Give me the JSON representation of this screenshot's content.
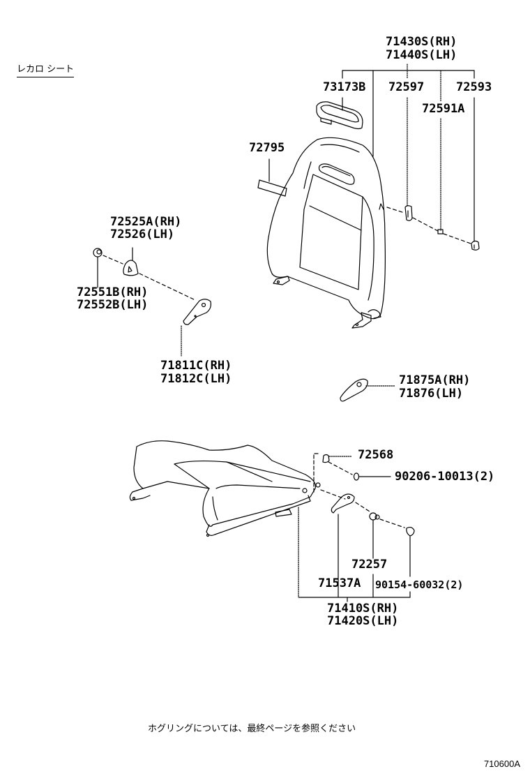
{
  "diagram": {
    "title": "レカロ シート",
    "footnote": "ホグリングについては、最終ページを参照ください",
    "figure_code": "710600A",
    "colors": {
      "ink": "#000000",
      "background": "#ffffff"
    }
  },
  "labels": {
    "seatback_assy": {
      "rh": "71430S(RH)",
      "lh": "71440S(LH)"
    },
    "headrest_guide": "73173B",
    "part_72597": "72597",
    "part_72593": "72593",
    "part_72591a": "72591A",
    "part_72795": "72795",
    "recliner_cover": {
      "rh": "72525A(RH)",
      "lh": "72526(LH)"
    },
    "knob": {
      "rh": "72551B(RH)",
      "lh": "72552B(LH)"
    },
    "recliner_bracket": {
      "rh": "71811C(RH)",
      "lh": "71812C(LH)"
    },
    "hinge_cover": {
      "rh": "71875A(RH)",
      "lh": "71876(LH)"
    },
    "part_72568": "72568",
    "screw_90206": "90206-10013(2)",
    "part_72257": "72257",
    "part_71537a": "71537A",
    "screw_90154": "90154-60032(2)",
    "cushion_assy": {
      "rh": "71410S(RH)",
      "lh": "71420S(LH)"
    }
  }
}
